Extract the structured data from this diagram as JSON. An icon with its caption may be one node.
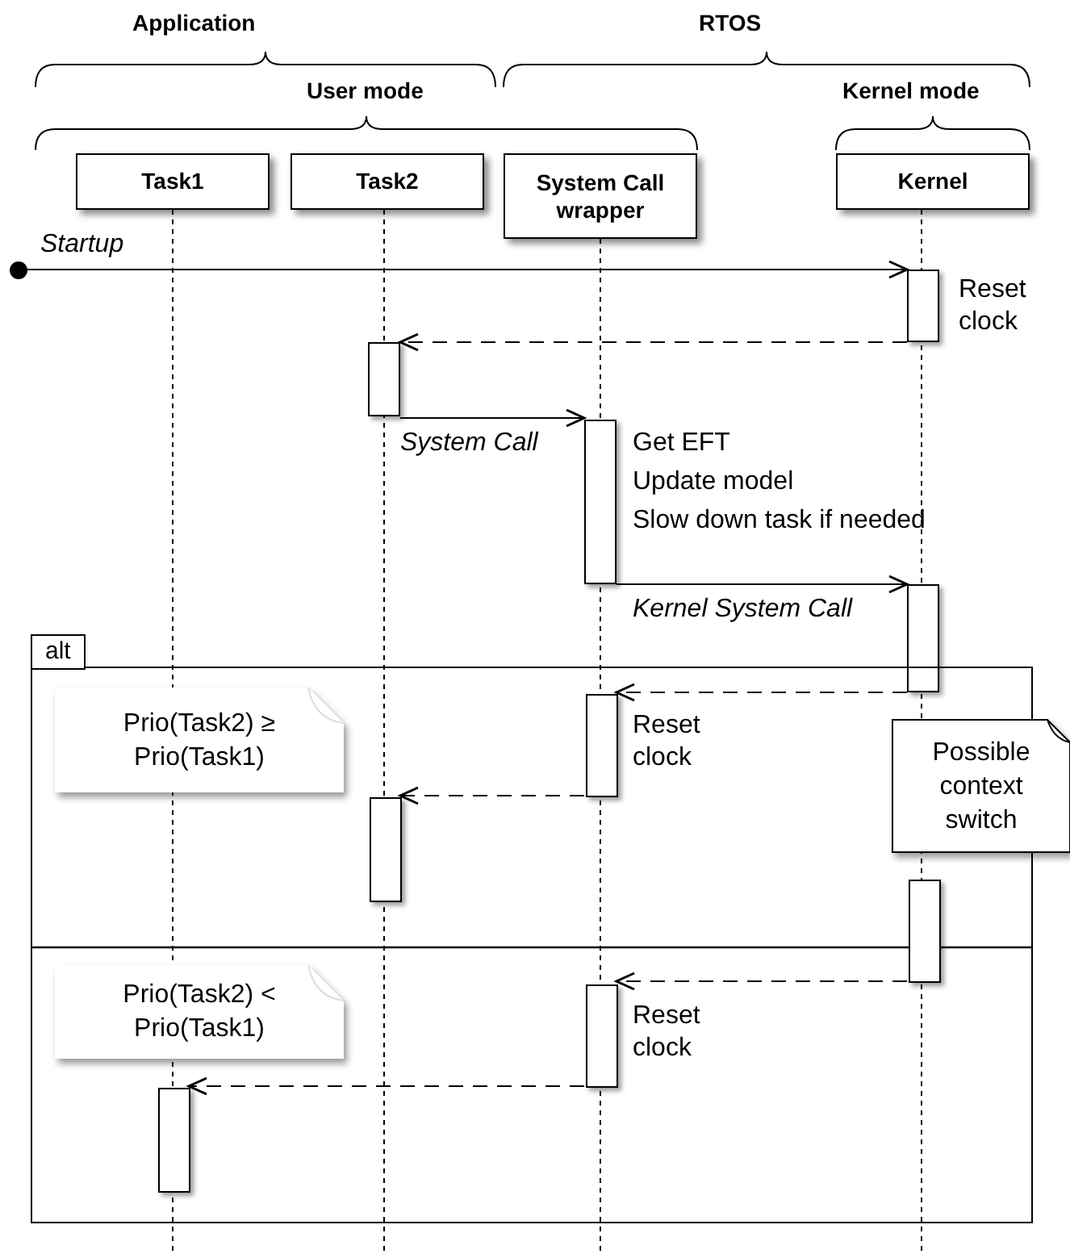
{
  "diagram": {
    "nodes": [
      {
        "text": [
          "Task1"
        ]
      },
      {
        "text": [
          "Task2"
        ]
      },
      {
        "text": [
          "System Call wrapper"
        ]
      },
      {
        "text": [
          "Kernel"
        ]
      },
      {
        "text": [],
        "shape": "circle"
      },
      {
        "text": [],
        "shape": "bar",
        "beside": [
          "Reset clock"
        ]
      },
      {
        "text": [],
        "shape": "bar"
      },
      {
        "text": [],
        "shape": "bar",
        "beside": [
          "Get EFT",
          "Update model",
          "Slow down task if needed"
        ]
      },
      {
        "text": [],
        "shape": "bar"
      },
      {
        "text": [
          "alt"
        ]
      },
      {
        "text": [
          "Prio(Task2) ≥ Prio(Task1)"
        ],
        "in": 9
      },
      {
        "text": [],
        "shape": "bar",
        "beside": [
          "Reset clock"
        ],
        "in": 9
      },
      {
        "text": [
          "Possible context switch"
        ]
      },
      {
        "text": [],
        "shape": "bar",
        "in": 9
      },
      {
        "text": [],
        "shape": "bar",
        "in": 9
      },
      {
        "text": [
          "Prio(Task2) < Prio(Task1)"
        ],
        "in": 9
      },
      {
        "text": [],
        "shape": "bar",
        "beside": [
          "Reset clock"
        ],
        "in": 9
      },
      {
        "text": [],
        "shape": "bar",
        "in": 9
      }
    ],
    "edges": [
      {
        "from": 4,
        "to": 5,
        "arrow": "to",
        "label": "Startup"
      },
      {
        "from": 5,
        "to": 6,
        "arrow": "to",
        "style": "dashed"
      },
      {
        "from": 6,
        "to": 7,
        "arrow": "to",
        "label": "System Call"
      },
      {
        "from": 7,
        "to": 8,
        "arrow": "to",
        "label": "Kernel System Call"
      },
      {
        "from": 8,
        "to": 11,
        "arrow": "to",
        "style": "dashed"
      },
      {
        "from": 11,
        "to": 13,
        "arrow": "to",
        "style": "dashed"
      },
      {
        "from": 14,
        "to": 16,
        "arrow": "to",
        "style": "dashed"
      },
      {
        "from": 16,
        "to": 17,
        "arrow": "to",
        "style": "dashed"
      }
    ],
    "labels": [
      "Application",
      "RTOS",
      "User mode",
      "Kernel mode"
    ]
  }
}
